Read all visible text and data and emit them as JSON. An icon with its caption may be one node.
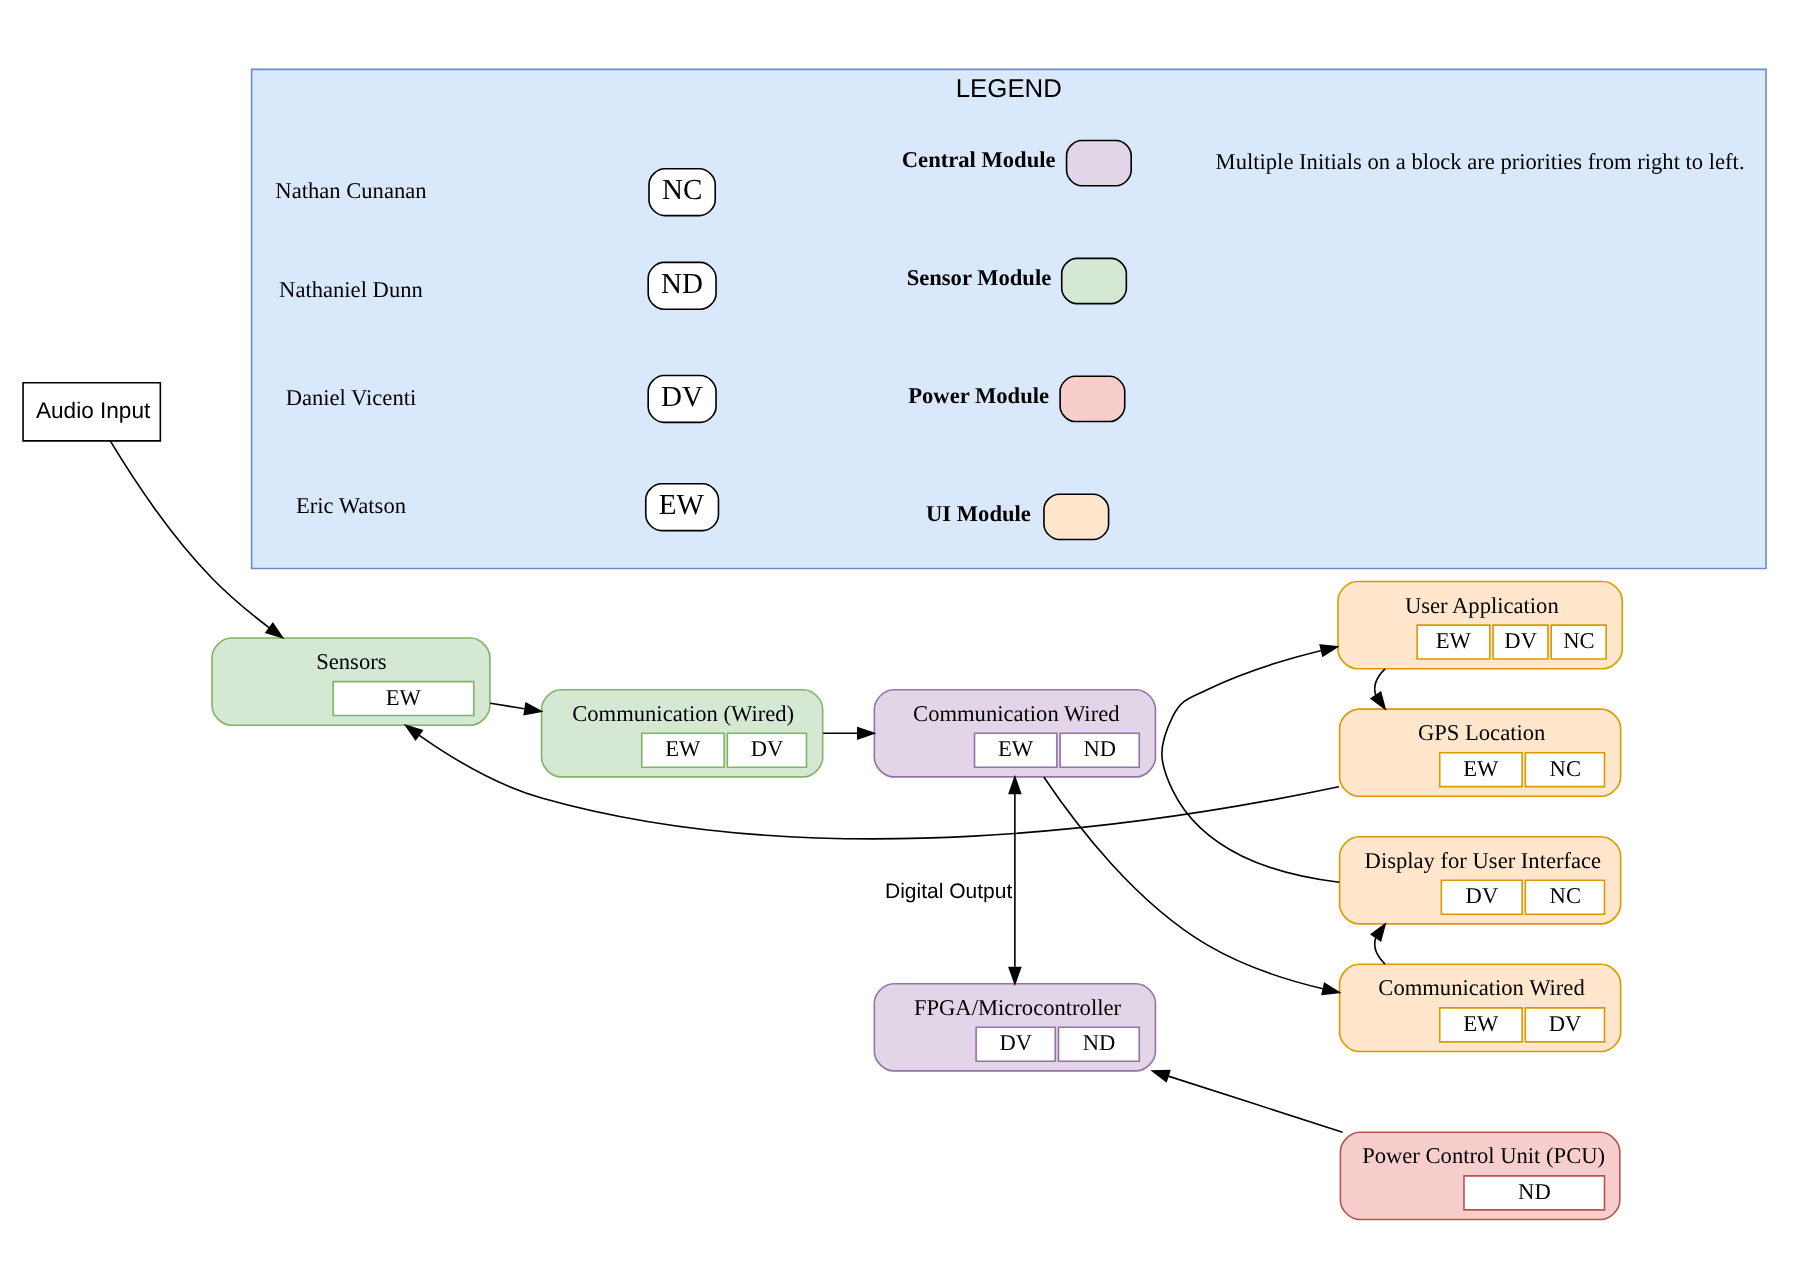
{
  "diagram": {
    "nodes": [
      {
        "text": [
          "Audio Input"
        ]
      },
      {
        "text": [
          "Sensors",
          "EW"
        ]
      },
      {
        "text": [
          "Communication (Wired)",
          "EW",
          "DV"
        ]
      },
      {
        "text": [
          "FPGA/Microcontroller",
          "DV",
          "ND"
        ]
      },
      {
        "text": [
          "Power Control Unit (PCU)",
          "ND"
        ]
      },
      {
        "text": [
          "Communication Wired",
          "EW",
          "ND"
        ]
      },
      {
        "text": [
          "Communication Wired",
          "EW",
          "DV"
        ]
      },
      {
        "text": [
          "Display for User Interface",
          "DV",
          "NC"
        ]
      },
      {
        "text": [
          "User Application",
          "EW",
          "DV",
          "NC"
        ]
      },
      {
        "text": [
          "GPS Location",
          "EW",
          "NC"
        ]
      },
      {
        "text": [
          "LEGEND"
        ]
      },
      {
        "text": [
          "NC"
        ],
        "in": 10
      },
      {
        "text": [
          "ND"
        ],
        "in": 10
      },
      {
        "text": [
          "DV"
        ],
        "in": 10
      },
      {
        "text": [
          "EW"
        ],
        "in": 10
      }
    ],
    "edges": [
      {
        "from": 0,
        "to": 1,
        "arrow": "to"
      },
      {
        "from": 1,
        "to": 2,
        "arrow": "to"
      },
      {
        "from": 2,
        "to": 5,
        "arrow": "to"
      },
      {
        "from": 4,
        "to": 3,
        "arrow": "to"
      },
      {
        "from": 3,
        "to": 5,
        "arrow": "both",
        "label": "Digital Output"
      },
      {
        "from": 5,
        "to": 6,
        "arrow": "to"
      },
      {
        "from": 6,
        "to": 7,
        "arrow": "to"
      },
      {
        "from": 7,
        "to": 8,
        "arrow": "to"
      },
      {
        "from": 8,
        "to": 9,
        "arrow": "to"
      },
      {
        "from": 9,
        "to": 1,
        "arrow": "to"
      }
    ],
    "labels": [
      "Nathan Cunanan",
      "Nathaniel Dunn",
      "Daniel Vicenti",
      "Eric Watson",
      "Multiple Initials on a block are priorities from right to left."
    ],
    "legend": [
      {
        "text": "Central Module",
        "color": "#e1d5e7"
      },
      {
        "text": "Sensor Module",
        "color": "#d5e8d4"
      },
      {
        "text": "Power Module",
        "color": "#f8cecc"
      },
      {
        "text": "UI Module",
        "color": "#ffe6cc"
      }
    ]
  }
}
